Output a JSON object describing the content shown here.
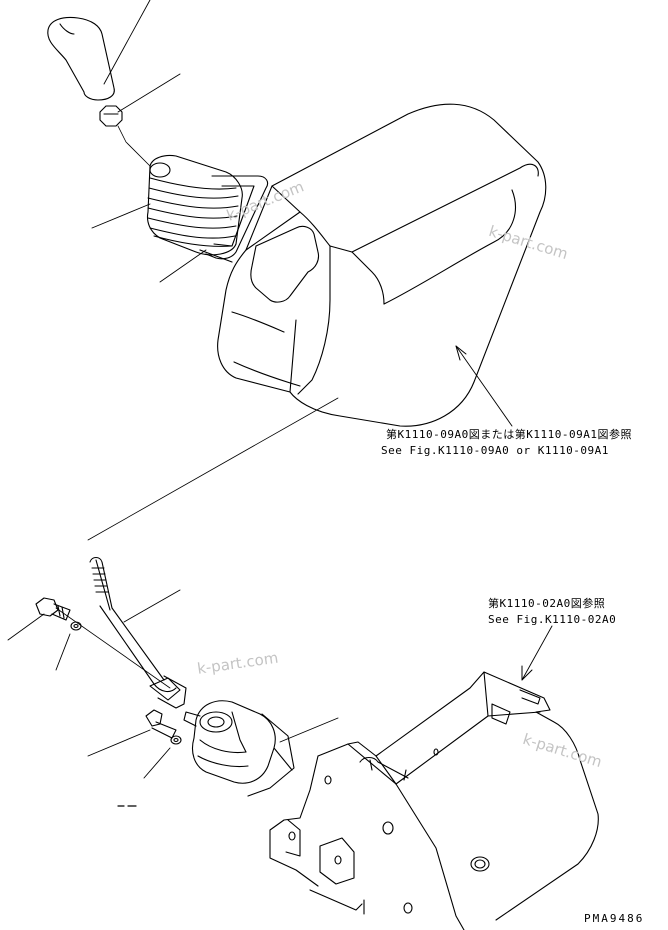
{
  "references": {
    "console": {
      "jp": "第K1110-09A0図または第K1110-09A1図参照",
      "en": "See Fig.K1110-09A0 or K1110-09A1"
    },
    "frame": {
      "jp": "第K1110-02A0図参照",
      "en": "See Fig.K1110-02A0"
    }
  },
  "watermarks": [
    "k-part.com",
    "k-part.com",
    "k-part.com",
    "k-part.com"
  ],
  "drawing_code": "PMA9486",
  "colors": {
    "line": "#000000",
    "watermark": "#c4c4c4",
    "background": "#ffffff"
  }
}
